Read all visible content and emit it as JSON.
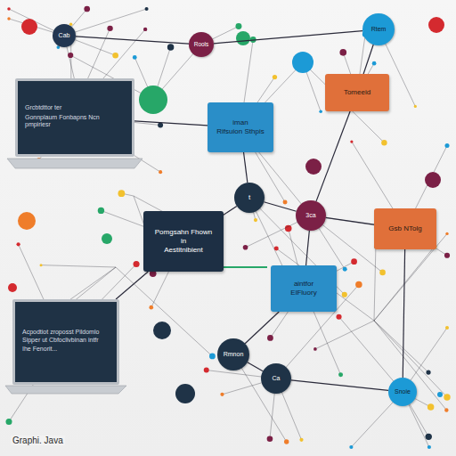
{
  "diagram": {
    "nodes": [
      {
        "text": [
          "Cab"
        ]
      },
      {
        "text": [
          "Rools"
        ]
      },
      {
        "text": [
          "Rtem"
        ]
      },
      {
        "text": [
          "Grcbtdttor ter",
          "Gonnplaum Fonbapns Ncn pmpiriesr"
        ]
      },
      {
        "text": [
          "Tomeeid"
        ]
      },
      {
        "text": [
          "iman",
          "Rifsuion Sthpis"
        ]
      },
      {
        "text": [
          "t"
        ]
      },
      {
        "text": [
          "Pomgsahn Fhown",
          "in",
          "Aestitnibient"
        ]
      },
      {
        "text": [
          "3ca"
        ]
      },
      {
        "text": [
          "Gsb NTolg"
        ]
      },
      {
        "text": [
          "aintfor",
          "ElFluory"
        ]
      },
      {
        "text": [
          "Acpodtiot zroposst Pildomlo Sipper ut Cbfoclivbinan intfr",
          "Ihe Fenorit..."
        ]
      },
      {
        "text": [
          "Rmnon"
        ]
      },
      {
        "text": [
          "Ca"
        ]
      },
      {
        "text": [
          "Snoie"
        ]
      }
    ],
    "edges": [
      {
        "from": 0,
        "to": 1,
        "arrow": "none"
      },
      {
        "from": 1,
        "to": 2,
        "arrow": "none"
      },
      {
        "from": 2,
        "to": 4,
        "arrow": "none"
      },
      {
        "from": 3,
        "to": 5,
        "arrow": "none"
      },
      {
        "from": 5,
        "to": 6,
        "arrow": "none"
      },
      {
        "from": 6,
        "to": 7,
        "arrow": "none"
      },
      {
        "from": 6,
        "to": 8,
        "arrow": "none"
      },
      {
        "from": 4,
        "to": 8,
        "arrow": "none"
      },
      {
        "from": 8,
        "to": 9,
        "arrow": "none"
      },
      {
        "from": 8,
        "to": 10,
        "arrow": "none"
      },
      {
        "from": 7,
        "to": 11,
        "arrow": "none"
      },
      {
        "from": 10,
        "to": 12,
        "arrow": "none"
      },
      {
        "from": 12,
        "to": 13,
        "arrow": "none"
      },
      {
        "from": 13,
        "to": 14,
        "arrow": "none"
      },
      {
        "from": 9,
        "to": 14,
        "arrow": "none"
      }
    ],
    "labels": [
      "Graphi. Java"
    ]
  }
}
